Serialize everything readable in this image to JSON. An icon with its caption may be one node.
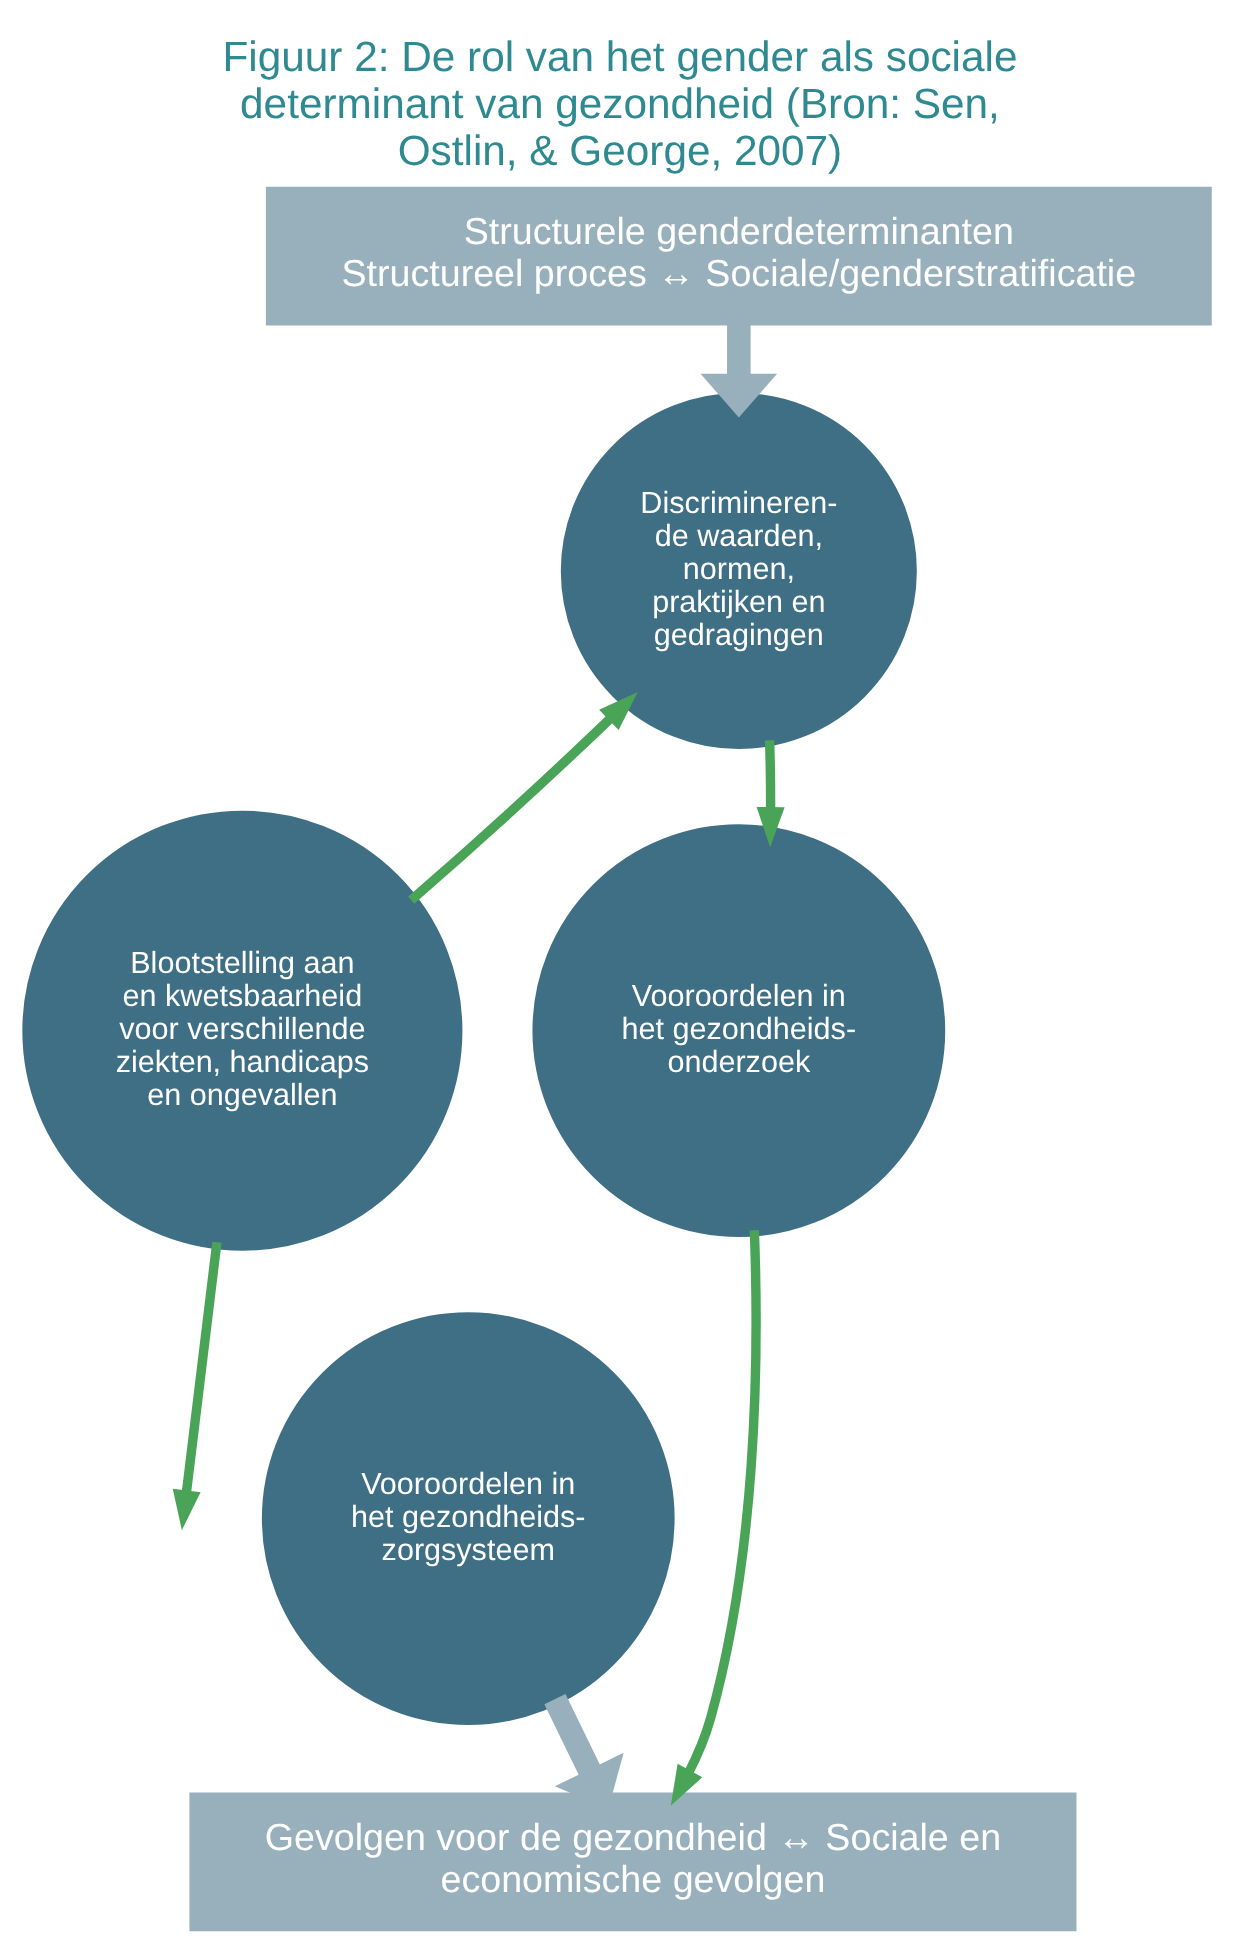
{
  "diagram": {
    "title": "Figuur 2: De rol van het gender als sociale determinant van gezondheid (Bron: Sen, Ostlin, & George, 2007)",
    "nodes": [
      {
        "text": [
          "Structurele genderdeterminanten",
          "Structureel proces ↔ Sociale/genderstratificatie"
        ]
      },
      {
        "text": [
          "Discrimineren- de waarden, normen, praktijken en gedragingen"
        ]
      },
      {
        "text": [
          "Vooroordelen in het gezondheids- onderzoek"
        ]
      },
      {
        "text": [
          "Blootstelling aan en kwetsbaarheid voor verschillende ziekten, handicaps en ongevallen"
        ]
      },
      {
        "text": [
          "Vooroordelen in het gezondheids- zorgsysteem"
        ]
      },
      {
        "text": [
          "Gevolgen voor de gezondheid ↔ Sociale en economische gevolgen"
        ]
      }
    ],
    "edges": [
      {
        "from": 0,
        "to": 1,
        "arrow": "to",
        "style": "thick",
        "color": "#98b0bc"
      },
      {
        "from": 3,
        "to": 1,
        "arrow": "to"
      },
      {
        "from": 1,
        "to": 2,
        "arrow": "to"
      },
      {
        "from": 3,
        "to": null,
        "arrow": "to"
      },
      {
        "from": 2,
        "to": 5,
        "arrow": "to"
      },
      {
        "from": 4,
        "to": 5,
        "arrow": "to",
        "style": "thick",
        "color": "#98b0bc"
      }
    ]
  }
}
